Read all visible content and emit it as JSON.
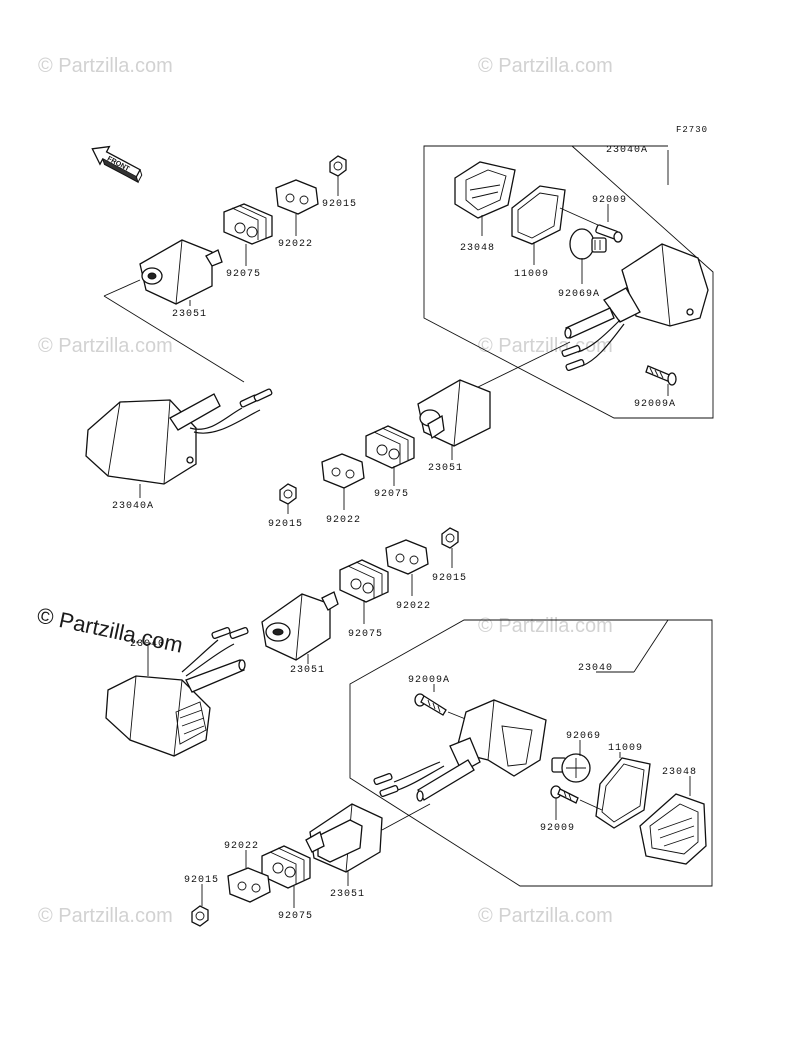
{
  "diagram": {
    "figure_code": "F2730",
    "front_label": "FRONT",
    "watermark_text": "© Partzilla.com",
    "watermark_main_text": "© Partzilla.com",
    "labels": {
      "l_23040a_top": "23040A",
      "l_23048_top": "23048",
      "l_92009_top": "92009",
      "l_11009_top": "11009",
      "l_92069a": "92069A",
      "l_92009a_right": "92009A",
      "l_92015_a": "92015",
      "l_92022_a": "92022",
      "l_92075_a": "92075",
      "l_23051_a": "23051",
      "l_23040a_left": "23040A",
      "l_23051_b": "23051",
      "l_92075_b": "92075",
      "l_92022_b": "92022",
      "l_92015_b": "92015",
      "l_92015_c": "92015",
      "l_92022_c": "92022",
      "l_92075_c": "92075",
      "l_23051_c": "23051",
      "l_23040_left": "23040",
      "l_23040_bottom": "23040",
      "l_92009a_bottom": "92009A",
      "l_92069": "92069",
      "l_11009_bottom": "11009",
      "l_23048_bottom": "23048",
      "l_92009_bottom": "92009",
      "l_92022_d": "92022",
      "l_92015_d": "92015",
      "l_92075_d": "92075",
      "l_23051_d": "23051"
    }
  }
}
